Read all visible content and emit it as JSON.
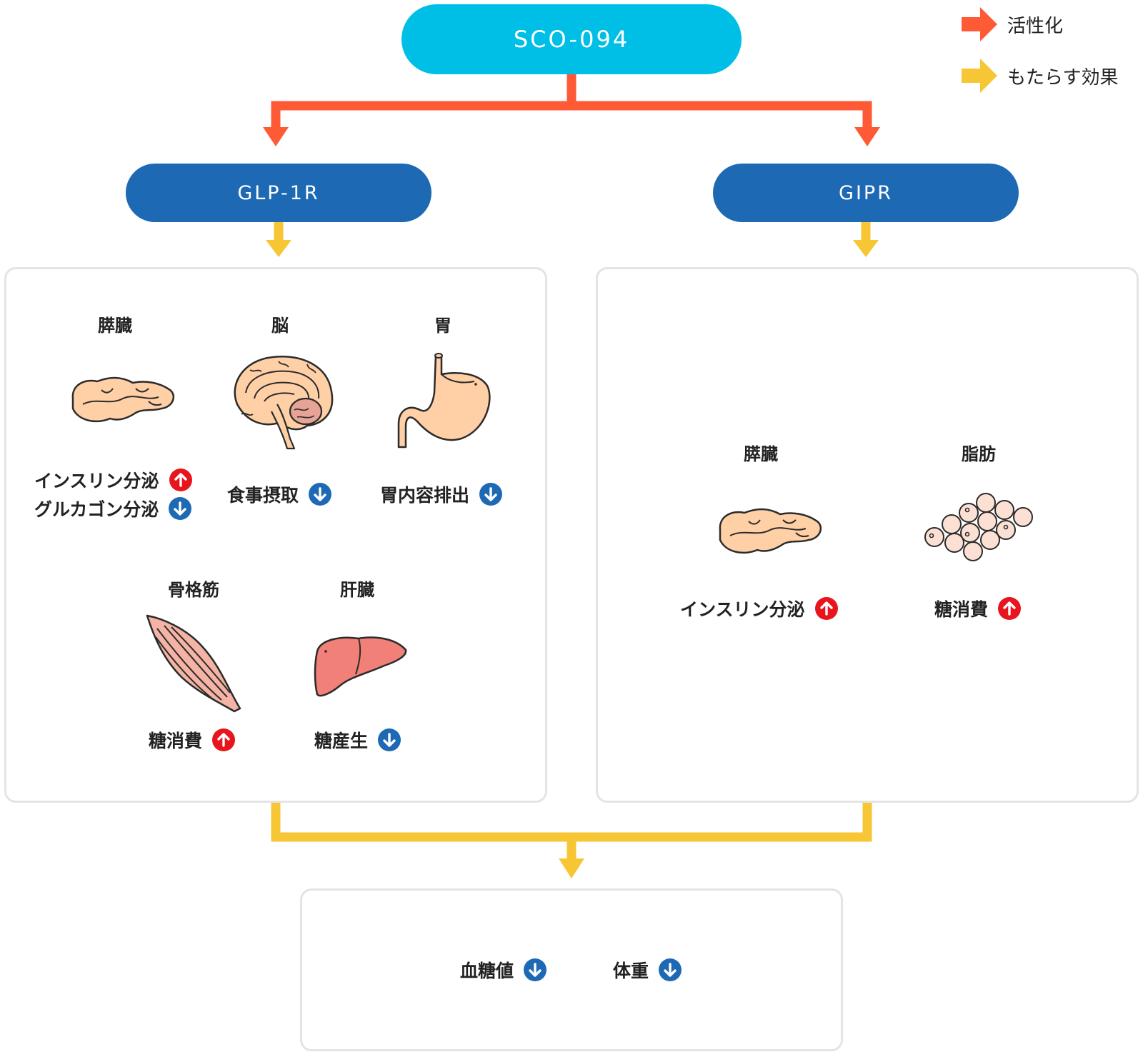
{
  "colors": {
    "top_node": "#00bfe6",
    "receptor_node": "#1e69b3",
    "activation_arrow": "#ff5a36",
    "effect_arrow": "#f7c634",
    "up_badge": "#e8141e",
    "down_badge": "#1e69b3",
    "panel_border": "#e4e4e4"
  },
  "legend": [
    {
      "label": "活性化",
      "color_key": "activation_arrow"
    },
    {
      "label": "もたらす効果",
      "color_key": "effect_arrow"
    }
  ],
  "drug": {
    "label": "SCO-094"
  },
  "receptors": {
    "glp1r": {
      "label": "GLP-1R"
    },
    "gipr": {
      "label": "GIPR"
    }
  },
  "glp1r_panel": {
    "organs": [
      {
        "name": "膵臓",
        "icon": "pancreas-icon",
        "effects": [
          {
            "text": "インスリン分泌",
            "direction": "up"
          },
          {
            "text": "グルカゴン分泌",
            "direction": "down"
          }
        ]
      },
      {
        "name": "脳",
        "icon": "brain-icon",
        "effects": [
          {
            "text": "食事摂取",
            "direction": "down"
          }
        ]
      },
      {
        "name": "胃",
        "icon": "stomach-icon",
        "effects": [
          {
            "text": "胃内容排出",
            "direction": "down"
          }
        ]
      },
      {
        "name": "骨格筋",
        "icon": "muscle-icon",
        "effects": [
          {
            "text": "糖消費",
            "direction": "up"
          }
        ]
      },
      {
        "name": "肝臓",
        "icon": "liver-icon",
        "effects": [
          {
            "text": "糖産生",
            "direction": "down"
          }
        ]
      }
    ]
  },
  "gipr_panel": {
    "organs": [
      {
        "name": "膵臓",
        "icon": "pancreas-icon",
        "effects": [
          {
            "text": "インスリン分泌",
            "direction": "up"
          }
        ]
      },
      {
        "name": "脂肪",
        "icon": "fat-cells-icon",
        "effects": [
          {
            "text": "糖消費",
            "direction": "up"
          }
        ]
      }
    ]
  },
  "outcome": {
    "effects": [
      {
        "text": "血糖値",
        "direction": "down"
      },
      {
        "text": "体重",
        "direction": "down"
      }
    ]
  }
}
